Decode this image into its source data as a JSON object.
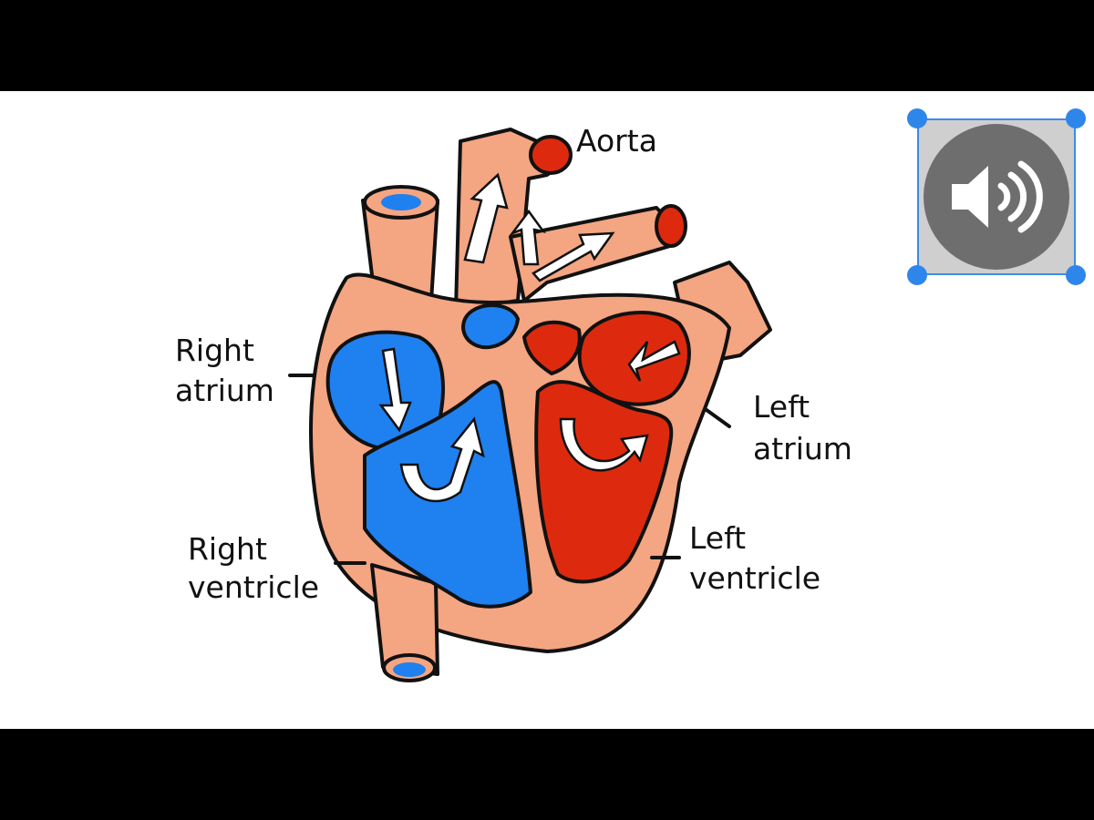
{
  "labels": {
    "aorta": "Aorta",
    "right_atrium_1": "Right",
    "right_atrium_2": "atrium",
    "left_atrium_1": "Left",
    "left_atrium_2": "atrium",
    "right_ventricle_1": "Right",
    "right_ventricle_2": "ventricle",
    "left_ventricle_1": "Left",
    "left_ventricle_2": "ventricle"
  },
  "icons": {
    "speaker": "speaker-volume-icon"
  },
  "colors": {
    "background_bar": "#000000",
    "canvas": "#ffffff",
    "heart_tissue": "#f4a582",
    "deoxygenated_blood": "#1f80ef",
    "oxygenated_blood": "#dd2a0e",
    "outline": "#111111",
    "flow_arrow": "#ffffff",
    "selection": "#2f86ea",
    "speaker_circle": "#6e6e6e"
  }
}
